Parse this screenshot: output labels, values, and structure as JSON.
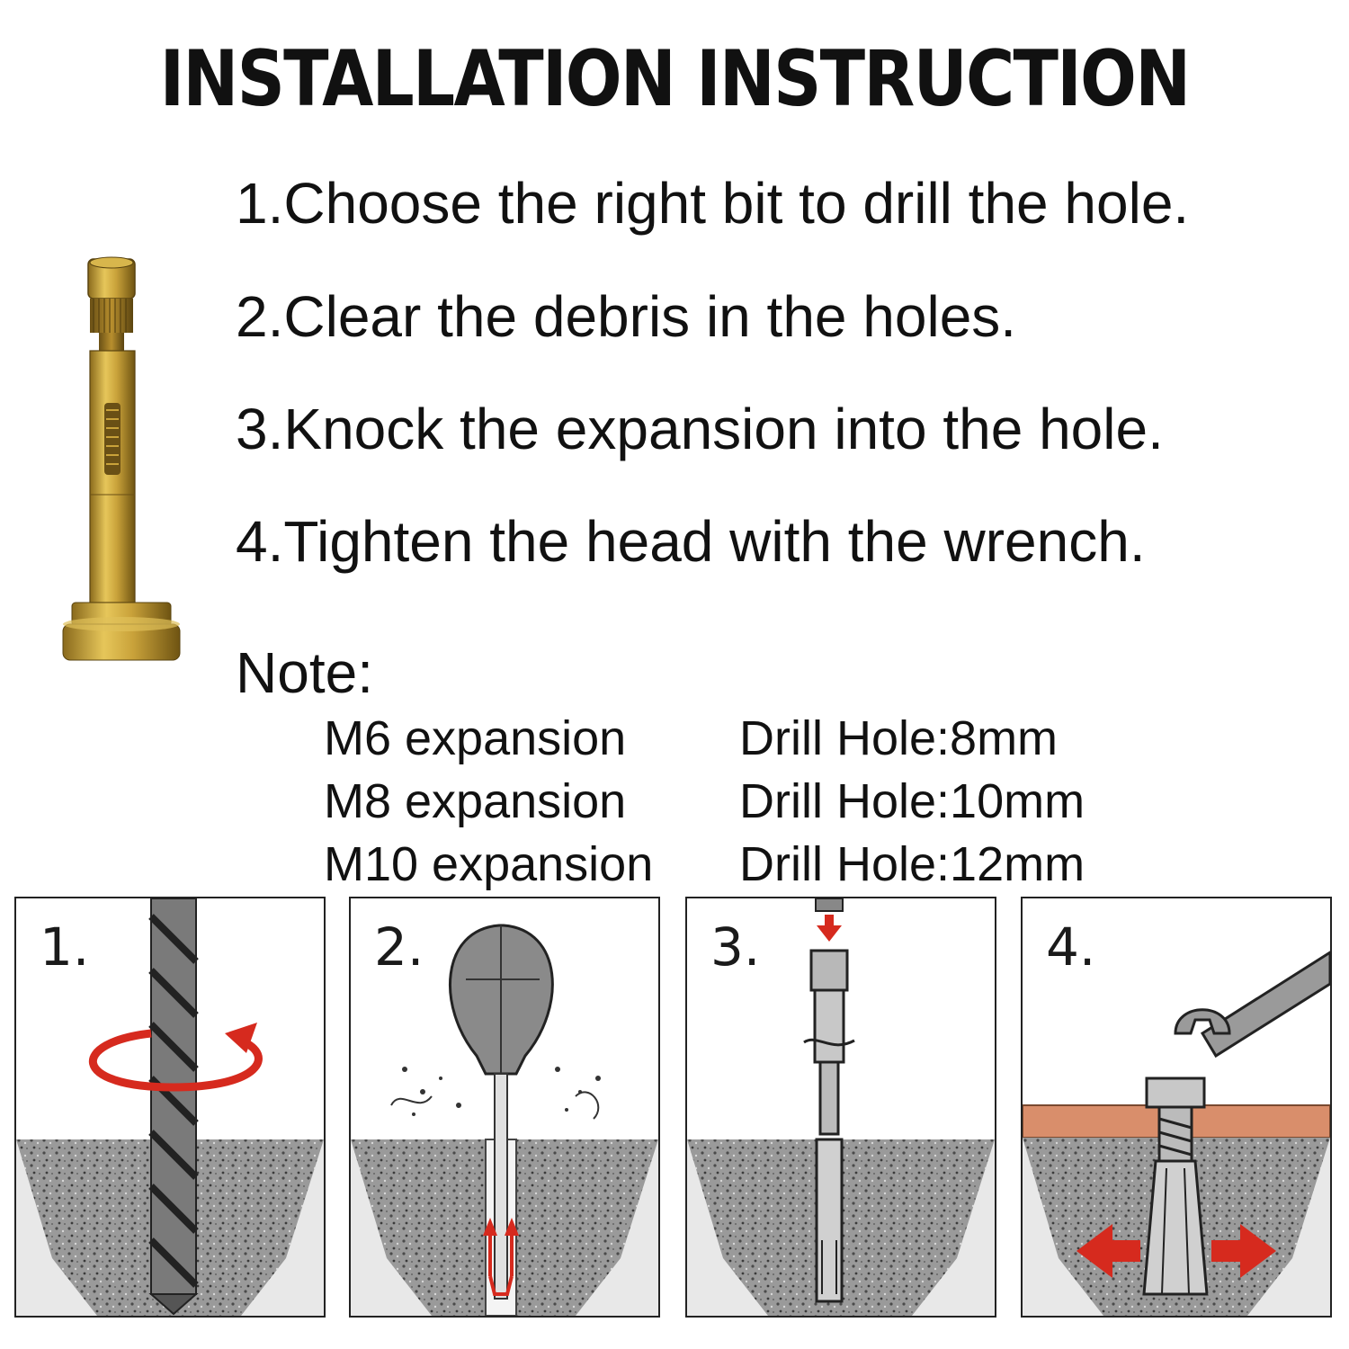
{
  "title": "INSTALLATION INSTRUCTION",
  "steps": [
    "1.Choose the right bit to drill the hole.",
    "2.Clear the debris in the holes.",
    "3.Knock the expansion into the hole.",
    "4.Tighten the head with the wrench."
  ],
  "note": {
    "heading": "Note:",
    "rows": [
      {
        "model": "M6 expansion",
        "drill": "Drill Hole:8mm"
      },
      {
        "model": "M8 expansion",
        "drill": "Drill Hole:10mm"
      },
      {
        "model": "M10 expansion",
        "drill": "Drill Hole:12mm"
      }
    ]
  },
  "panels": [
    {
      "number": "1."
    },
    {
      "number": "2."
    },
    {
      "number": "3."
    },
    {
      "number": "4."
    }
  ],
  "colors": {
    "brass": "#c9a23a",
    "arrow_red": "#d62a1e",
    "concrete": "#9a9a9a",
    "wood": "#d98e6b"
  }
}
